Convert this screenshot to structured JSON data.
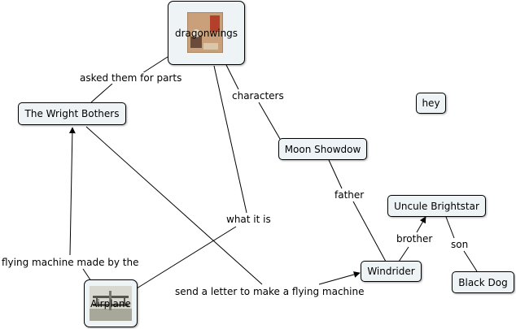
{
  "nodes": {
    "dragonwings": "dragonwings",
    "wright": "The Wright Bothers",
    "hey": "hey",
    "moon": "Moon Showdow",
    "uncle": "Uncule Brightstar",
    "windrider": "Windrider",
    "blackdog": "Black Dog",
    "airplane": "Airplane"
  },
  "edge_labels": {
    "asked": "asked them for parts",
    "characters": "characters",
    "father": "father",
    "brother": "brother",
    "son": "son",
    "what_it_is": "what it is",
    "flying_machine": "flying machine made by the",
    "send_letter": "send a letter to make a flying machine"
  },
  "colors": {
    "node_fill": "#eef4f6",
    "edge": "#000000"
  }
}
